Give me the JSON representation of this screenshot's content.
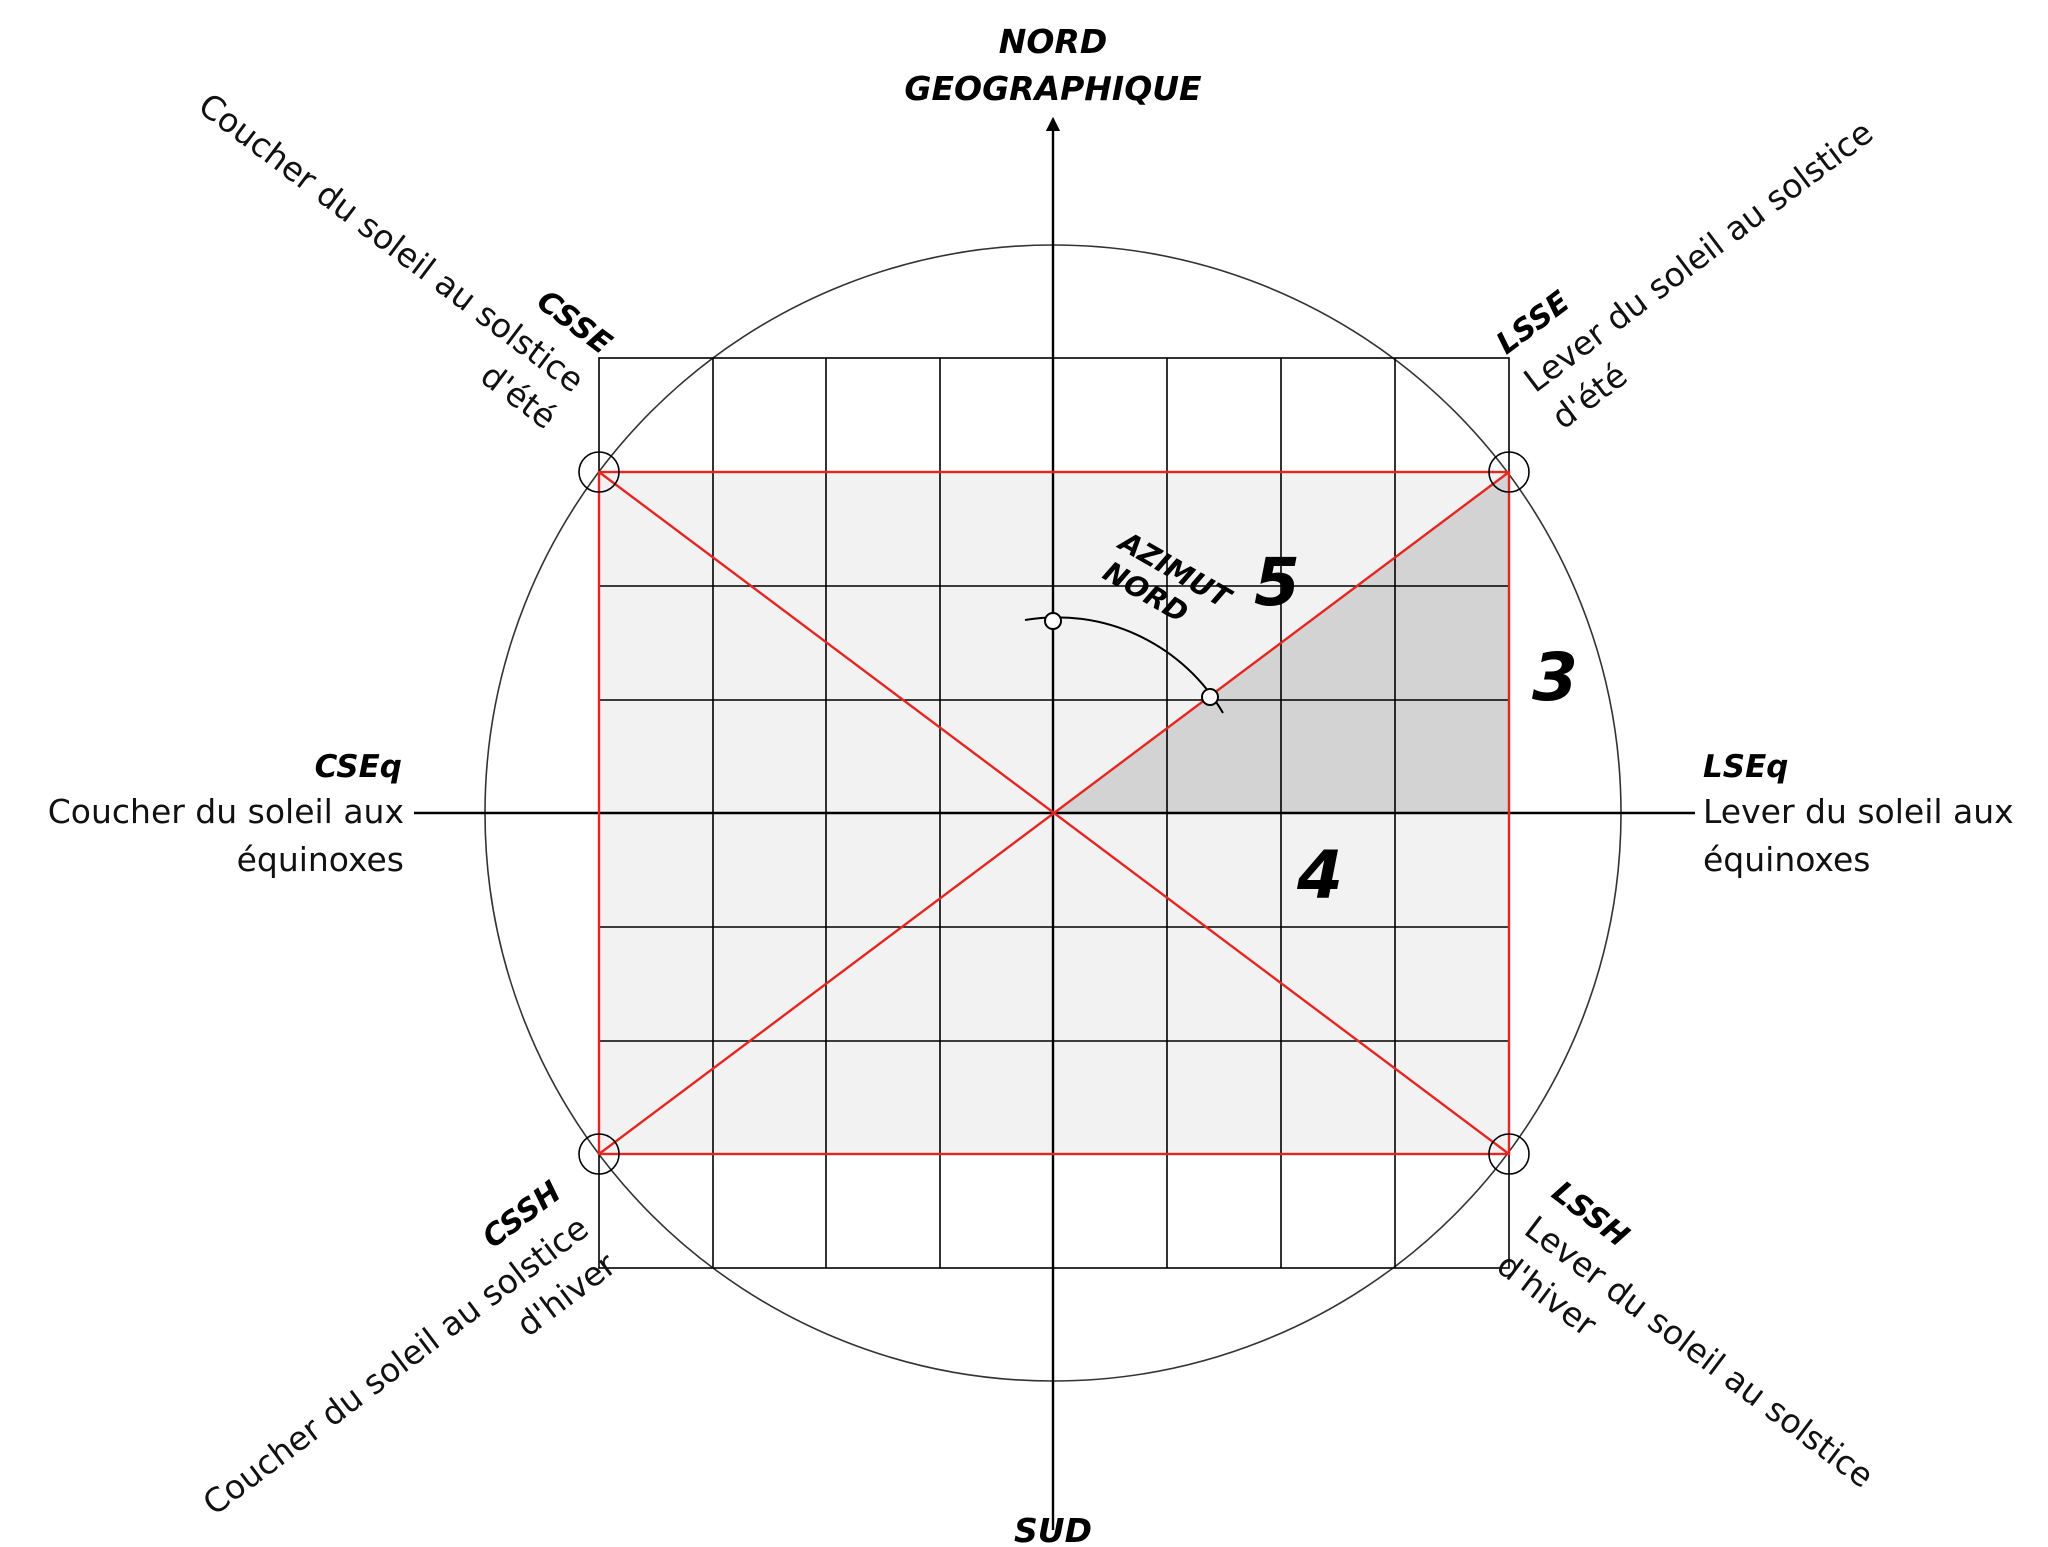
{
  "north": {
    "line1": "NORD",
    "line2": "GEOGRAPHIQUE"
  },
  "south": "SUD",
  "azimuth": {
    "line1": "AZIMUT",
    "line2": "NORD"
  },
  "numbers": {
    "hyp": "5",
    "vert": "3",
    "horiz": "4"
  },
  "directions": {
    "cseq": {
      "code": "CSEq",
      "line1": "Coucher du soleil aux",
      "line2": "équinoxes"
    },
    "lseq": {
      "code": "LSEq",
      "line1": "Lever du soleil aux",
      "line2": "équinoxes"
    },
    "csse": {
      "code": "CSSE",
      "line1": "Coucher du soleil au solstice",
      "line2": "d'été"
    },
    "lsse": {
      "code": "LSSE",
      "line1": "Lever du soleil au solstice",
      "line2": "d'été"
    },
    "cssh": {
      "code": "CSSH",
      "line1": "Coucher du soleil au solstice",
      "line2": "d'hiver"
    },
    "lssh": {
      "code": "LSSH",
      "line1": "Lever du soleil au solstice",
      "line2": "d'hiver"
    }
  },
  "colors": {
    "red": "#e52620",
    "rect_fill": "#f2f2f2",
    "triangle_fill": "#d3d3d3",
    "grid": "#000000",
    "circle": "#333333"
  }
}
